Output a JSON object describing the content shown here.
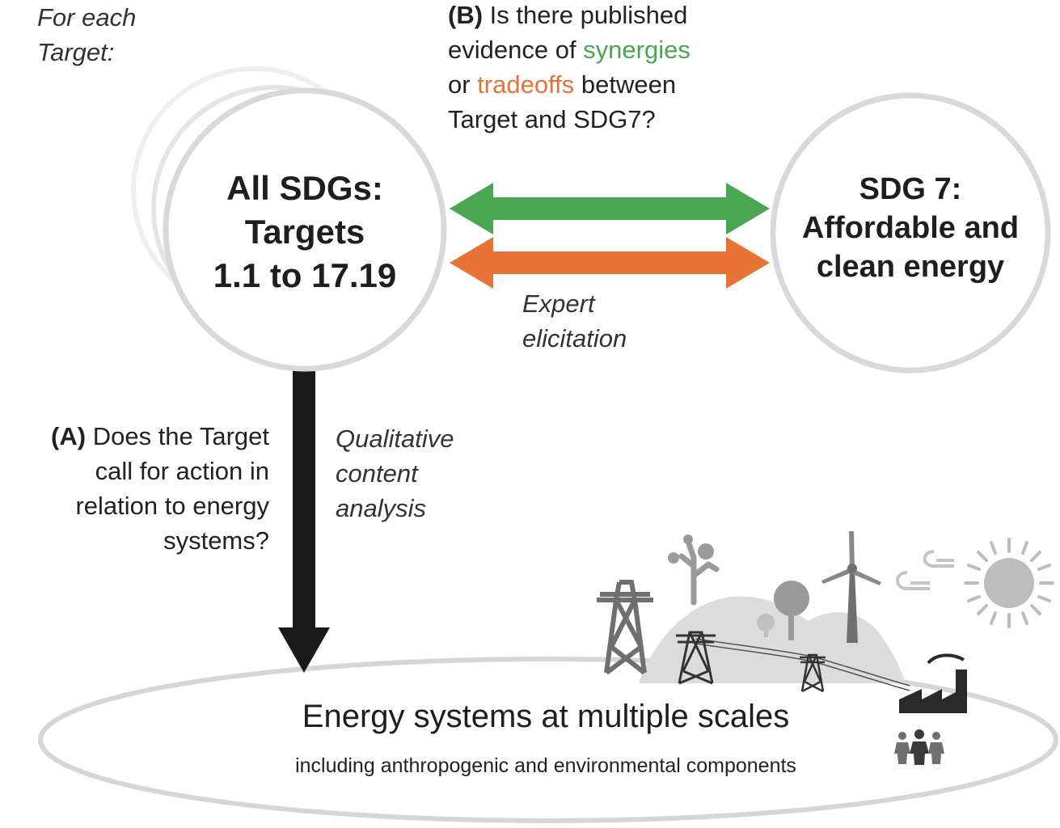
{
  "for_each": {
    "line1": "For each",
    "line2": "Target:"
  },
  "question_b": {
    "prefix": "(B)",
    "l1_rest": " Is there published",
    "l2_start": "evidence of ",
    "synergies": "synergies",
    "l3_start": "or ",
    "tradeoffs": "tradeoffs",
    "l3_end": " between",
    "l4": "Target and SDG7?"
  },
  "left_circle": {
    "line1": "All SDGs:",
    "line2": "Targets",
    "line3": "1.1 to 17.19"
  },
  "right_circle": {
    "line1": "SDG 7:",
    "line2": "Affordable and",
    "line3": "clean energy"
  },
  "expert": {
    "line1": "Expert",
    "line2": "elicitation"
  },
  "question_a": {
    "prefix": "(A)",
    "l1_rest": " Does the Target",
    "l2": "call for action in",
    "l3": "relation to energy",
    "l4": "systems?"
  },
  "qualitative": {
    "line1": "Qualitative",
    "line2": "content",
    "line3": "analysis"
  },
  "energy": {
    "title": "Energy systems at multiple scales",
    "subtitle": "including anthropogenic and environmental components"
  },
  "colors": {
    "synergy_green": "#4aa651",
    "tradeoff_orange": "#e87336",
    "circle_gray": "#d9d9d9",
    "arrow_black": "#1a1a1a",
    "icon_gray": "#6f6f6f"
  }
}
